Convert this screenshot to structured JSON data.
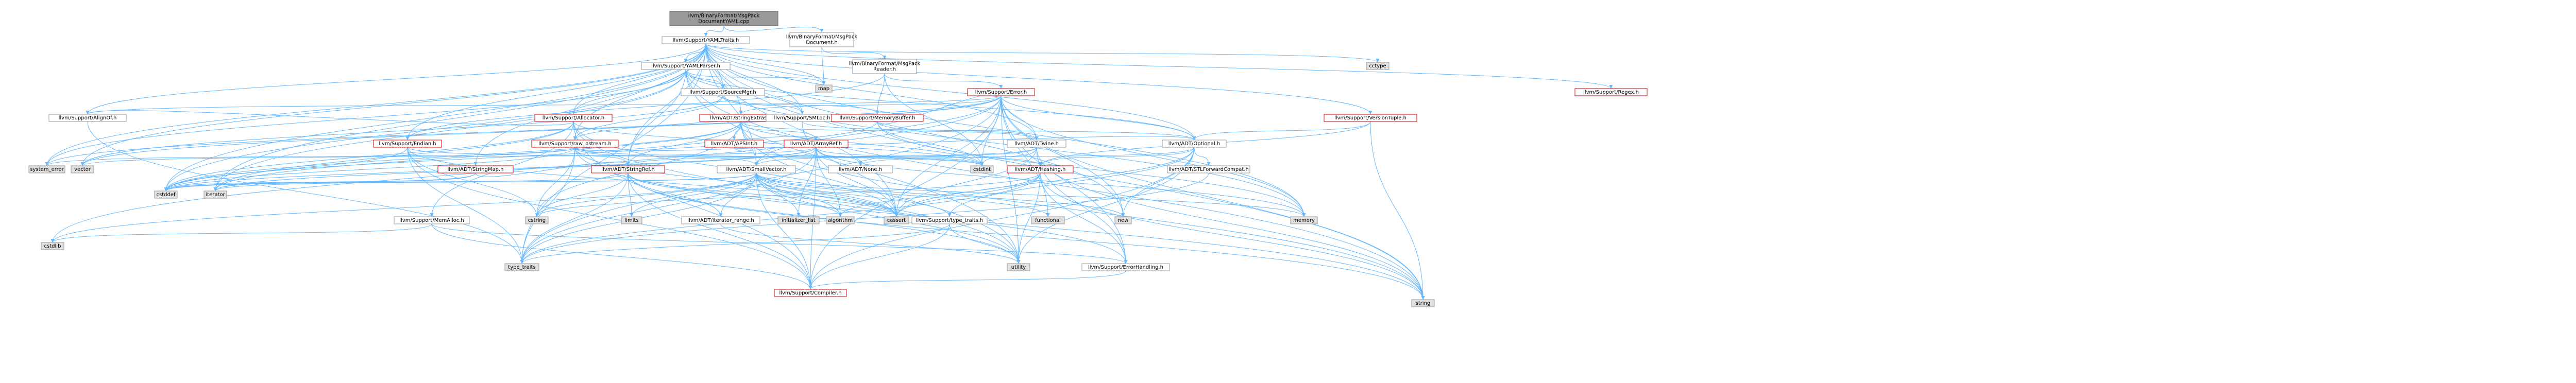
{
  "colors": {
    "edge": "#63b8ff",
    "node_fill": "#ffffff",
    "node_stroke": "#e00000",
    "node_stroke_plain": "#999999",
    "root_fill": "#999999",
    "root_stroke": "#666666",
    "system_fill": "#e0e0e0",
    "system_stroke": "#999999",
    "text": "#000000"
  },
  "nodes": [
    {
      "id": "root",
      "label": "llvm/BinaryFormat/MsgPack\nDocumentYAML.cpp",
      "kind": "root"
    },
    {
      "id": "yamltraits",
      "label": "llvm/Support/YAMLTraits.h",
      "kind": "plain"
    },
    {
      "id": "msgdoc",
      "label": "llvm/BinaryFormat/MsgPack\nDocument.h",
      "kind": "plain"
    },
    {
      "id": "yamlparser",
      "label": "llvm/Support/YAMLParser.h",
      "kind": "plain"
    },
    {
      "id": "msgreader",
      "label": "llvm/BinaryFormat/MsgPack\nReader.h",
      "kind": "plain"
    },
    {
      "id": "cctype",
      "label": "cctype",
      "kind": "system"
    },
    {
      "id": "regex",
      "label": "llvm/Support/Regex.h",
      "kind": "red"
    },
    {
      "id": "map",
      "label": "map",
      "kind": "system"
    },
    {
      "id": "sourcemgr",
      "label": "llvm/Support/SourceMgr.h",
      "kind": "plain"
    },
    {
      "id": "error",
      "label": "llvm/Support/Error.h",
      "kind": "red"
    },
    {
      "id": "alignof",
      "label": "llvm/Support/AlignOf.h",
      "kind": "plain"
    },
    {
      "id": "allocator",
      "label": "llvm/Support/Allocator.h",
      "kind": "red"
    },
    {
      "id": "stringextras",
      "label": "llvm/ADT/StringExtras.h",
      "kind": "red"
    },
    {
      "id": "smloc",
      "label": "llvm/Support/SMLoc.h",
      "kind": "plain"
    },
    {
      "id": "memorybuffer",
      "label": "llvm/Support/MemoryBuffer.h",
      "kind": "red"
    },
    {
      "id": "versiontuple",
      "label": "llvm/Support/VersionTuple.h",
      "kind": "red"
    },
    {
      "id": "endian",
      "label": "llvm/Support/Endian.h",
      "kind": "red"
    },
    {
      "id": "rawostream",
      "label": "llvm/Support/raw_ostream.h",
      "kind": "red"
    },
    {
      "id": "apsint",
      "label": "llvm/ADT/APSInt.h",
      "kind": "red"
    },
    {
      "id": "arrayref",
      "label": "llvm/ADT/ArrayRef.h",
      "kind": "red"
    },
    {
      "id": "twine",
      "label": "llvm/ADT/Twine.h",
      "kind": "plain"
    },
    {
      "id": "optional",
      "label": "llvm/ADT/Optional.h",
      "kind": "plain"
    },
    {
      "id": "systemerror",
      "label": "system_error",
      "kind": "system"
    },
    {
      "id": "vector",
      "label": "vector",
      "kind": "system"
    },
    {
      "id": "stringmap",
      "label": "llvm/ADT/StringMap.h",
      "kind": "red"
    },
    {
      "id": "stringref",
      "label": "llvm/ADT/StringRef.h",
      "kind": "red"
    },
    {
      "id": "smallvector",
      "label": "llvm/ADT/SmallVector.h",
      "kind": "plain"
    },
    {
      "id": "cstdint",
      "label": "cstdint",
      "kind": "system"
    },
    {
      "id": "adtnone",
      "label": "llvm/ADT/None.h",
      "kind": "plain"
    },
    {
      "id": "hashing",
      "label": "llvm/ADT/Hashing.h",
      "kind": "red"
    },
    {
      "id": "stlforward",
      "label": "llvm/ADT/STLForwardCompat.h",
      "kind": "plain"
    },
    {
      "id": "cstddef",
      "label": "cstddef",
      "kind": "system"
    },
    {
      "id": "iterator",
      "label": "iterator",
      "kind": "system"
    },
    {
      "id": "memalloc",
      "label": "llvm/Support/MemAlloc.h",
      "kind": "plain"
    },
    {
      "id": "cstring",
      "label": "cstring",
      "kind": "system"
    },
    {
      "id": "limits",
      "label": "limits",
      "kind": "system"
    },
    {
      "id": "iterrange",
      "label": "llvm/ADT/iterator_range.h",
      "kind": "plain"
    },
    {
      "id": "initlist",
      "label": "initializer_list",
      "kind": "system"
    },
    {
      "id": "algorithm",
      "label": "algorithm",
      "kind": "system"
    },
    {
      "id": "cassert",
      "label": "cassert",
      "kind": "system"
    },
    {
      "id": "typetraitsllvm",
      "label": "llvm/Support/type_traits.h",
      "kind": "plain"
    },
    {
      "id": "functional",
      "label": "functional",
      "kind": "system"
    },
    {
      "id": "new",
      "label": "new",
      "kind": "system"
    },
    {
      "id": "memory",
      "label": "memory",
      "kind": "system"
    },
    {
      "id": "cstdlib",
      "label": "cstdlib",
      "kind": "system"
    },
    {
      "id": "typetraits",
      "label": "type_traits",
      "kind": "system"
    },
    {
      "id": "utility",
      "label": "utility",
      "kind": "system"
    },
    {
      "id": "errorhandling",
      "label": "llvm/Support/ErrorHandling.h",
      "kind": "plain"
    },
    {
      "id": "compiler",
      "label": "llvm/Support/Compiler.h",
      "kind": "red"
    },
    {
      "id": "string",
      "label": "string",
      "kind": "system"
    }
  ],
  "edges": [
    [
      "root",
      "yamltraits"
    ],
    [
      "root",
      "msgdoc"
    ],
    [
      "msgdoc",
      "map"
    ],
    [
      "msgdoc",
      "msgreader"
    ],
    [
      "yamltraits",
      "yamlparser"
    ],
    [
      "yamltraits",
      "cctype"
    ],
    [
      "yamltraits",
      "regex"
    ],
    [
      "yamltraits",
      "map"
    ],
    [
      "yamltraits",
      "sourcemgr"
    ],
    [
      "yamltraits",
      "alignof"
    ],
    [
      "yamltraits",
      "allocator"
    ],
    [
      "yamltraits",
      "stringextras"
    ],
    [
      "yamltraits",
      "smloc"
    ],
    [
      "yamltraits",
      "versiontuple"
    ],
    [
      "yamltraits",
      "endian"
    ],
    [
      "yamltraits",
      "rawostream"
    ],
    [
      "yamltraits",
      "stringmap"
    ],
    [
      "yamltraits",
      "stringref"
    ],
    [
      "yamltraits",
      "smallvector"
    ],
    [
      "yamltraits",
      "twine"
    ],
    [
      "yamltraits",
      "optional"
    ],
    [
      "yamltraits",
      "systemerror"
    ],
    [
      "yamltraits",
      "vector"
    ],
    [
      "yamltraits",
      "cassert"
    ],
    [
      "yamltraits",
      "new"
    ],
    [
      "yamltraits",
      "memory"
    ],
    [
      "yamltraits",
      "string"
    ],
    [
      "yamltraits",
      "cstddef"
    ],
    [
      "yamltraits",
      "typetraits"
    ],
    [
      "yamltraits",
      "iterator"
    ],
    [
      "yamlparser",
      "sourcemgr"
    ],
    [
      "yamlparser",
      "allocator"
    ],
    [
      "yamlparser",
      "smloc"
    ],
    [
      "yamlparser",
      "stringref"
    ],
    [
      "yamlparser",
      "map"
    ],
    [
      "yamlparser",
      "optional"
    ],
    [
      "yamlparser",
      "systemerror"
    ],
    [
      "yamlparser",
      "cstddef"
    ],
    [
      "yamlparser",
      "iterator"
    ],
    [
      "yamlparser",
      "memory"
    ],
    [
      "yamlparser",
      "string"
    ],
    [
      "yamlparser",
      "utility"
    ],
    [
      "msgreader",
      "error"
    ],
    [
      "msgreader",
      "memorybuffer"
    ],
    [
      "msgreader",
      "endian"
    ],
    [
      "msgreader",
      "cstdint"
    ],
    [
      "sourcemgr",
      "memorybuffer"
    ],
    [
      "sourcemgr",
      "smloc"
    ],
    [
      "sourcemgr",
      "vector"
    ],
    [
      "sourcemgr",
      "rawostream"
    ],
    [
      "error",
      "stringextras"
    ],
    [
      "error",
      "twine"
    ],
    [
      "error",
      "optional"
    ],
    [
      "error",
      "errorhandling"
    ],
    [
      "error",
      "compiler"
    ],
    [
      "error",
      "alignof"
    ],
    [
      "error",
      "rawostream"
    ],
    [
      "error",
      "smallvector"
    ],
    [
      "error",
      "cassert"
    ],
    [
      "error",
      "cstdint"
    ],
    [
      "error",
      "cstdlib"
    ],
    [
      "error",
      "functional"
    ],
    [
      "error",
      "memory"
    ],
    [
      "error",
      "new"
    ],
    [
      "error",
      "string"
    ],
    [
      "error",
      "systemerror"
    ],
    [
      "error",
      "typetraits"
    ],
    [
      "error",
      "utility"
    ],
    [
      "error",
      "vector"
    ],
    [
      "alignof",
      "typetraits"
    ],
    [
      "allocator",
      "memalloc"
    ],
    [
      "allocator",
      "compiler"
    ],
    [
      "allocator",
      "alignof"
    ],
    [
      "allocator",
      "cassert"
    ],
    [
      "allocator",
      "cstddef"
    ],
    [
      "allocator",
      "iterator"
    ],
    [
      "allocator",
      "utility"
    ],
    [
      "allocator",
      "cstdint"
    ],
    [
      "stringextras",
      "apsint"
    ],
    [
      "stringextras",
      "arrayref"
    ],
    [
      "stringextras",
      "stringref"
    ],
    [
      "stringextras",
      "smallvector"
    ],
    [
      "stringextras",
      "twine"
    ],
    [
      "stringextras",
      "cstring"
    ],
    [
      "stringextras",
      "cstdint"
    ],
    [
      "stringextras",
      "cstddef"
    ],
    [
      "stringextras",
      "string"
    ],
    [
      "stringextras",
      "utility"
    ],
    [
      "stringextras",
      "iterator"
    ],
    [
      "smloc",
      "optional"
    ],
    [
      "smloc",
      "cassert"
    ],
    [
      "memorybuffer",
      "twine"
    ],
    [
      "memorybuffer",
      "cstddef"
    ],
    [
      "memorybuffer",
      "cstdint"
    ],
    [
      "memorybuffer",
      "memory"
    ],
    [
      "memorybuffer",
      "error"
    ],
    [
      "versiontuple",
      "hashing"
    ],
    [
      "versiontuple",
      "optional"
    ],
    [
      "versiontuple",
      "string"
    ],
    [
      "versiontuple",
      "tuple"
    ],
    [
      "endian",
      "compiler"
    ],
    [
      "endian",
      "cassert"
    ],
    [
      "endian",
      "cstddef"
    ],
    [
      "endian",
      "cstdint"
    ],
    [
      "endian",
      "cstring"
    ],
    [
      "endian",
      "typetraits"
    ],
    [
      "endian",
      "swapbyteorder"
    ],
    [
      "rawostream",
      "arrayref"
    ],
    [
      "rawostream",
      "stringref"
    ],
    [
      "rawostream",
      "smallvector"
    ],
    [
      "rawostream",
      "cassert"
    ],
    [
      "rawostream",
      "cstddef"
    ],
    [
      "rawostream",
      "cstdint"
    ],
    [
      "rawostream",
      "cstring"
    ],
    [
      "rawostream",
      "optional"
    ],
    [
      "rawostream",
      "string"
    ],
    [
      "rawostream",
      "systemerror"
    ],
    [
      "rawostream",
      "typetraits"
    ],
    [
      "apsint",
      "cstdint"
    ],
    [
      "arrayref",
      "hashing"
    ],
    [
      "arrayref",
      "adtnone"
    ],
    [
      "arrayref",
      "smallvector"
    ],
    [
      "arrayref",
      "compiler"
    ],
    [
      "arrayref",
      "algorithm"
    ],
    [
      "arrayref",
      "array"
    ],
    [
      "arrayref",
      "cassert"
    ],
    [
      "arrayref",
      "cstddef"
    ],
    [
      "arrayref",
      "initlist"
    ],
    [
      "arrayref",
      "iterator"
    ],
    [
      "arrayref",
      "memory"
    ],
    [
      "arrayref",
      "typetraits"
    ],
    [
      "arrayref",
      "vector"
    ],
    [
      "twine",
      "smallvector"
    ],
    [
      "twine",
      "stringref"
    ],
    [
      "twine",
      "errorhandling"
    ],
    [
      "twine",
      "cassert"
    ],
    [
      "twine",
      "cstdint"
    ],
    [
      "twine",
      "string"
    ],
    [
      "optional",
      "adtnone"
    ],
    [
      "optional",
      "stlforward"
    ],
    [
      "optional",
      "compiler"
    ],
    [
      "optional",
      "typetraitsllvm"
    ],
    [
      "optional",
      "cassert"
    ],
    [
      "optional",
      "new"
    ],
    [
      "optional",
      "utility"
    ],
    [
      "optional",
      "hashing"
    ],
    [
      "stringmap",
      "stringref"
    ],
    [
      "stringmap",
      "iterator"
    ],
    [
      "stringmap",
      "cstddef"
    ],
    [
      "stringref",
      "compiler"
    ],
    [
      "stringref",
      "algorithm"
    ],
    [
      "stringref",
      "cassert"
    ],
    [
      "stringref",
      "cstddef"
    ],
    [
      "stringref",
      "cstring"
    ],
    [
      "stringref",
      "limits"
    ],
    [
      "stringref",
      "string"
    ],
    [
      "stringref",
      "typetraits"
    ],
    [
      "stringref",
      "utility"
    ],
    [
      "stringref",
      "iterrange"
    ],
    [
      "smallvector",
      "compiler"
    ],
    [
      "smallvector",
      "typetraitsllvm"
    ],
    [
      "smallvector",
      "algorithm"
    ],
    [
      "smallvector",
      "cassert"
    ],
    [
      "smallvector",
      "cstddef"
    ],
    [
      "smallvector",
      "cstdlib"
    ],
    [
      "smallvector",
      "cstring"
    ],
    [
      "smallvector",
      "functional"
    ],
    [
      "smallvector",
      "initlist"
    ],
    [
      "smallvector",
      "iterator"
    ],
    [
      "smallvector",
      "limits"
    ],
    [
      "smallvector",
      "memory"
    ],
    [
      "smallvector",
      "new"
    ],
    [
      "smallvector",
      "typetraits"
    ],
    [
      "smallvector",
      "utility"
    ],
    [
      "smallvector",
      "iterrange"
    ],
    [
      "smallvector",
      "errorhandling"
    ],
    [
      "hashing",
      "errorhandling"
    ],
    [
      "hashing",
      "algorithm"
    ],
    [
      "hashing",
      "cassert"
    ],
    [
      "hashing",
      "cstring"
    ],
    [
      "hashing",
      "string"
    ],
    [
      "hashing",
      "utility"
    ],
    [
      "hashing",
      "typetraits"
    ],
    [
      "stlforward",
      "typetraits"
    ],
    [
      "memalloc",
      "compiler"
    ],
    [
      "memalloc",
      "errorhandling"
    ],
    [
      "memalloc",
      "cstdlib"
    ],
    [
      "iterrange",
      "utility"
    ],
    [
      "typetraitsllvm",
      "compiler"
    ],
    [
      "typetraitsllvm",
      "typetraits"
    ],
    [
      "typetraitsllvm",
      "utility"
    ],
    [
      "errorhandling",
      "compiler"
    ]
  ]
}
